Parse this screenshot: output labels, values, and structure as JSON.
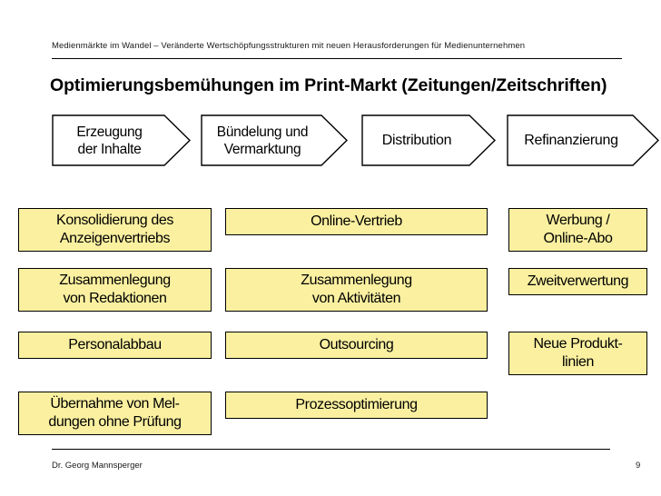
{
  "header": {
    "running_title": "Medienmärkte im Wandel – Veränderte Wertschöpfungsstrukturen mit neuen Herausforderungen für Medienunternehmen"
  },
  "title": {
    "text": "Optimierungsbemühungen im Print-Markt (Zeitungen/Zeitschriften)"
  },
  "value_chain": {
    "stages": [
      {
        "label": "Erzeugung\nder Inhalte"
      },
      {
        "label": "Bündelung und\nVermarktung"
      },
      {
        "label": "Distribution"
      },
      {
        "label": "Refinanzierung"
      }
    ]
  },
  "measures": {
    "left_column": [
      {
        "label": "Konsolidierung des\nAnzeigenvertriebs"
      },
      {
        "label": "Zusammenlegung\nvon Redaktionen"
      },
      {
        "label": "Personalabbau"
      },
      {
        "label": "Übernahme von Mel-\ndungen ohne Prüfung"
      }
    ],
    "middle_column": [
      {
        "label": "Online-Vertrieb"
      },
      {
        "label": "Zusammenlegung\nvon Aktivitäten"
      },
      {
        "label": "Outsourcing"
      },
      {
        "label": "Prozessoptimierung"
      }
    ],
    "right_column": [
      {
        "label": "Werbung /\nOnline-Abo"
      },
      {
        "label": "Zweitverwertung"
      },
      {
        "label": "Neue Produkt-\nlinien"
      }
    ]
  },
  "footer": {
    "author": "Dr. Georg Mannsperger",
    "page_number": "9"
  },
  "colors": {
    "box_fill": "#faf0a0",
    "box_border": "#000000",
    "chevron_fill": "#ffffff",
    "chevron_border": "#000000",
    "text": "#000000"
  }
}
